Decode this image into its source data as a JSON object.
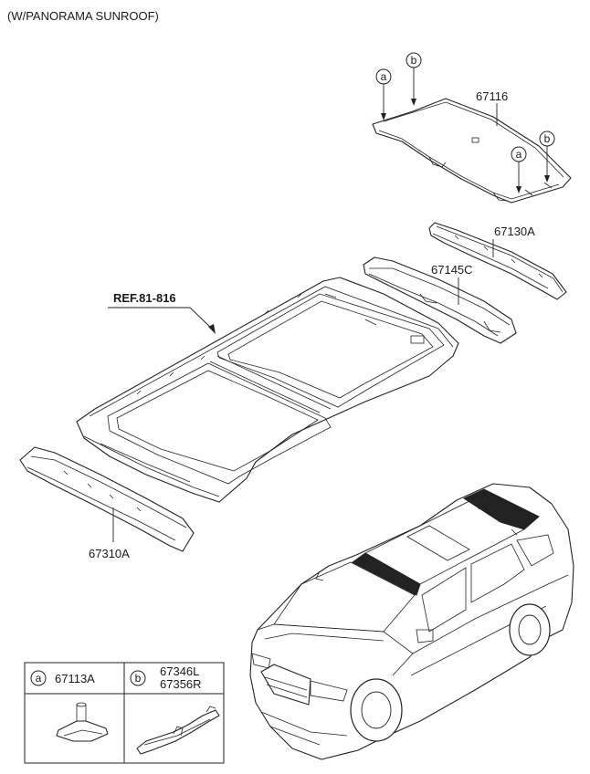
{
  "diagram": {
    "title": "(W/PANORAMA SUNROOF)",
    "callouts": {
      "headliner": "67116",
      "rear_rail": "67130A",
      "center_rail": "67145C",
      "ref": "REF.81-816",
      "front_rail": "67310A"
    },
    "markers": {
      "a": "a",
      "b": "b"
    },
    "legend": {
      "a_letter": "a",
      "a_part": "67113A",
      "b_letter": "b",
      "b_part_1": "67346L",
      "b_part_2": "67356R"
    }
  }
}
